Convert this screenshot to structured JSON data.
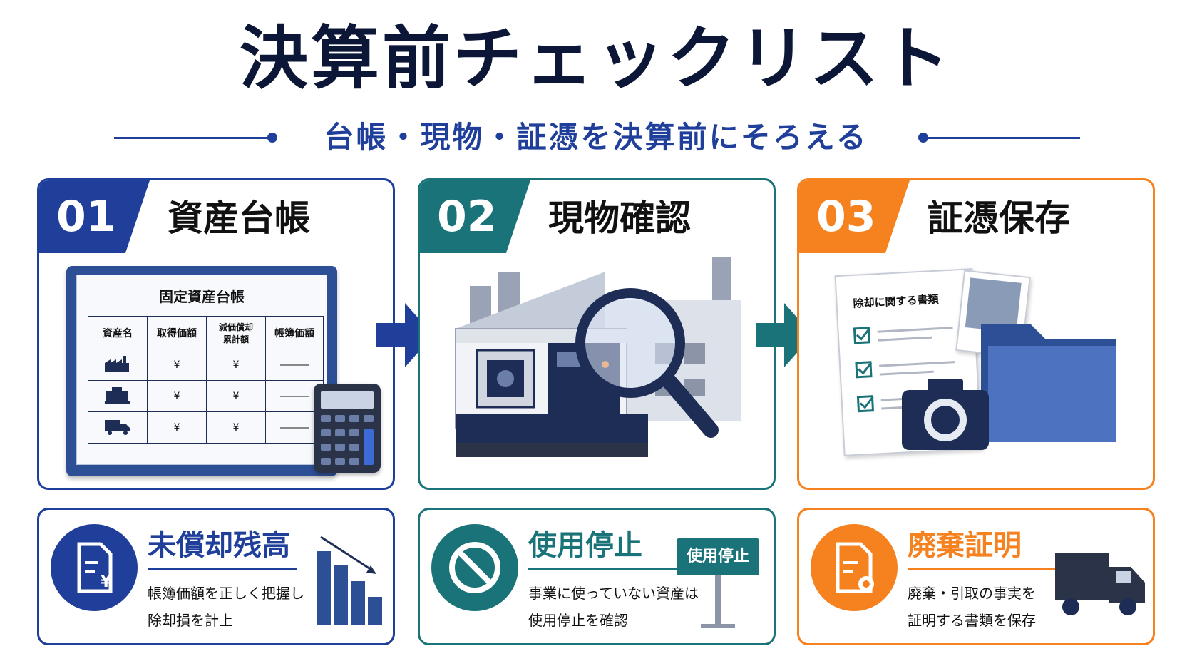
{
  "title": "決算前チェックリスト",
  "subtitle": "台帳・現物・証憑を決算前にそろえる",
  "colors": {
    "navy": "#1f3f9a",
    "teal": "#1a7378",
    "orange": "#f5811f",
    "dark": "#0c1636"
  },
  "steps": [
    {
      "number": "01",
      "heading": "資産台帳",
      "ledger": {
        "title": "固定資産台帳",
        "columns": [
          "資産名",
          "取得価額",
          "減価償却\n累計額",
          "帳簿価額"
        ],
        "rows": [
          {
            "icon": "factory-icon",
            "acq": "¥",
            "dep": "¥"
          },
          {
            "icon": "machine-icon",
            "acq": "¥",
            "dep": "¥"
          },
          {
            "icon": "truck-icon",
            "acq": "¥",
            "dep": "¥"
          }
        ]
      }
    },
    {
      "number": "02",
      "heading": "現物確認"
    },
    {
      "number": "03",
      "heading": "証憑保存",
      "document_title": "除却に関する書類"
    }
  ],
  "points": [
    {
      "title": "未償却残高",
      "description": "帳簿価額を正しく把握し\n除却損を計上",
      "icon": "document-yen-icon"
    },
    {
      "title": "使用停止",
      "description": "事業に使っていない資産は\n使用停止を確認",
      "icon": "prohibited-icon",
      "sign_text": "使用停止"
    },
    {
      "title": "廃棄証明",
      "description": "廃棄・引取の事実を\n証明する書類を保存",
      "icon": "certificate-icon"
    }
  ]
}
